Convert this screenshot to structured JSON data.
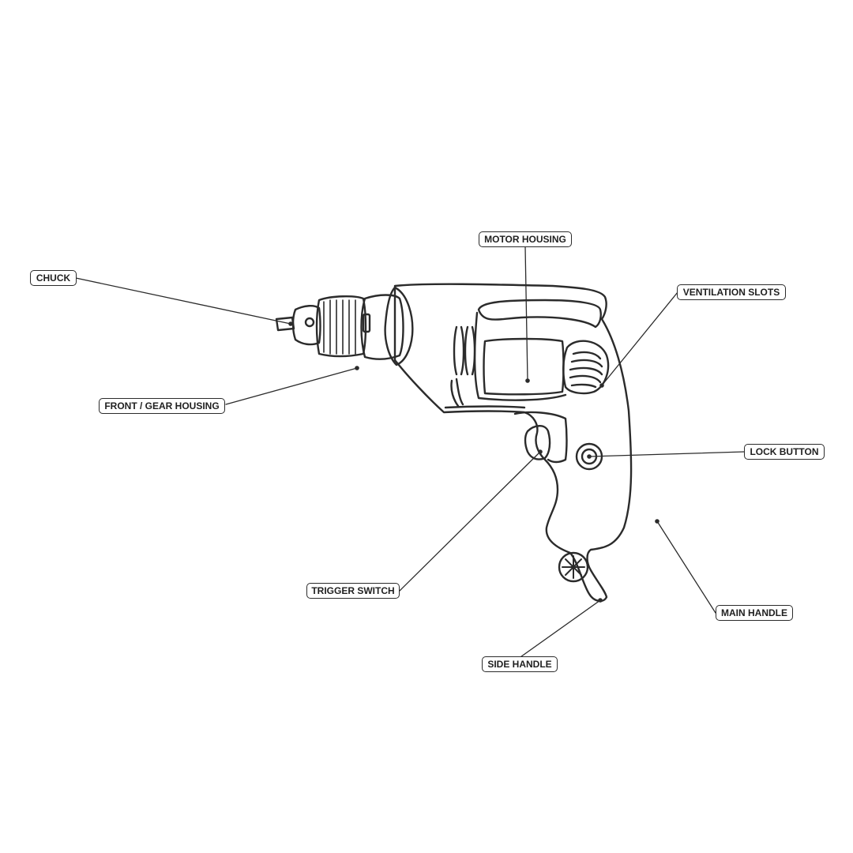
{
  "diagram": {
    "labels": {
      "chuck": "CHUCK",
      "motor_housing": "MOTOR HOUSING",
      "ventilation_slots": "VENTILATION SLOTS",
      "front_gear_housing": "FRONT / GEAR HOUSING",
      "lock_button": "LOCK BUTTON",
      "trigger_switch": "TRIGGER SWITCH",
      "main_handle": "MAIN HANDLE",
      "side_handle": "SIDE HANDLE"
    },
    "colors": {
      "ink": "#2b2b2b",
      "background": "#ffffff"
    }
  }
}
